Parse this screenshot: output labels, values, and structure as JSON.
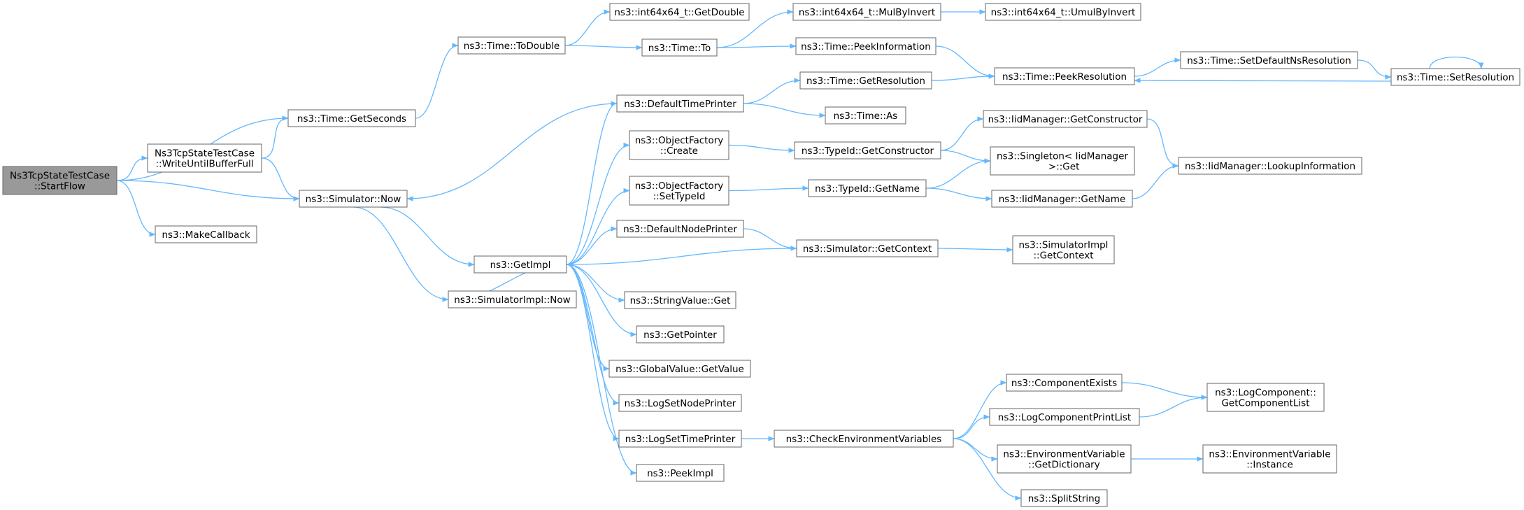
{
  "nodes": [
    {
      "id": "startflow",
      "lines": [
        "Ns3TcpStateTestCase",
        "::StartFlow"
      ],
      "root": true
    },
    {
      "id": "getseconds",
      "lines": [
        "ns3::Time::GetSeconds"
      ]
    },
    {
      "id": "writeuntil",
      "lines": [
        "Ns3TcpStateTestCase",
        "::WriteUntilBufferFull"
      ]
    },
    {
      "id": "simnow",
      "lines": [
        "ns3::Simulator::Now"
      ]
    },
    {
      "id": "makecallback",
      "lines": [
        "ns3::MakeCallback"
      ]
    },
    {
      "id": "todouble",
      "lines": [
        "ns3::Time::ToDouble"
      ]
    },
    {
      "id": "getdouble",
      "lines": [
        "ns3::int64x64_t::GetDouble"
      ]
    },
    {
      "id": "timeto",
      "lines": [
        "ns3::Time::To"
      ]
    },
    {
      "id": "mulbyinvert",
      "lines": [
        "ns3::int64x64_t::MulByInvert"
      ]
    },
    {
      "id": "umulbyinvert",
      "lines": [
        "ns3::int64x64_t::UmulByInvert"
      ]
    },
    {
      "id": "peekinfo",
      "lines": [
        "ns3::Time::PeekInformation"
      ]
    },
    {
      "id": "peekres",
      "lines": [
        "ns3::Time::PeekResolution"
      ]
    },
    {
      "id": "setdefaultns",
      "lines": [
        "ns3::Time::SetDefaultNsResolution"
      ]
    },
    {
      "id": "setres",
      "lines": [
        "ns3::Time::SetResolution"
      ]
    },
    {
      "id": "defaulttimeprinter",
      "lines": [
        "ns3::DefaultTimePrinter"
      ]
    },
    {
      "id": "getresolution",
      "lines": [
        "ns3::Time::GetResolution"
      ]
    },
    {
      "id": "timeas",
      "lines": [
        "ns3::Time::As"
      ]
    },
    {
      "id": "objfactcreate",
      "lines": [
        "ns3::ObjectFactory",
        "::Create"
      ]
    },
    {
      "id": "typeidgetctor",
      "lines": [
        "ns3::TypeId::GetConstructor"
      ]
    },
    {
      "id": "iidgetctor",
      "lines": [
        "ns3::IidManager::GetConstructor"
      ]
    },
    {
      "id": "singletonget",
      "lines": [
        "ns3::Singleton< IidManager",
        " >::Get"
      ]
    },
    {
      "id": "lookupinfo",
      "lines": [
        "ns3::IidManager::LookupInformation"
      ]
    },
    {
      "id": "objfactsettype",
      "lines": [
        "ns3::ObjectFactory",
        "::SetTypeId"
      ]
    },
    {
      "id": "typeidgetname",
      "lines": [
        "ns3::TypeId::GetName"
      ]
    },
    {
      "id": "iidgetname",
      "lines": [
        "ns3::IidManager::GetName"
      ]
    },
    {
      "id": "defaultnodeprinter",
      "lines": [
        "ns3::DefaultNodePrinter"
      ]
    },
    {
      "id": "simgetcontext",
      "lines": [
        "ns3::Simulator::GetContext"
      ]
    },
    {
      "id": "simimplgetcontext",
      "lines": [
        "ns3::SimulatorImpl",
        "::GetContext"
      ]
    },
    {
      "id": "getimpl",
      "lines": [
        "ns3::GetImpl"
      ]
    },
    {
      "id": "simimplnow",
      "lines": [
        "ns3::SimulatorImpl::Now"
      ]
    },
    {
      "id": "stringvalueget",
      "lines": [
        "ns3::StringValue::Get"
      ]
    },
    {
      "id": "getpointer",
      "lines": [
        "ns3::GetPointer"
      ]
    },
    {
      "id": "globalgetvalue",
      "lines": [
        "ns3::GlobalValue::GetValue"
      ]
    },
    {
      "id": "logsetnode",
      "lines": [
        "ns3::LogSetNodePrinter"
      ]
    },
    {
      "id": "logsettime",
      "lines": [
        "ns3::LogSetTimePrinter"
      ]
    },
    {
      "id": "peekimpl",
      "lines": [
        "ns3::PeekImpl"
      ]
    },
    {
      "id": "checkenv",
      "lines": [
        "ns3::CheckEnvironmentVariables"
      ]
    },
    {
      "id": "compexists",
      "lines": [
        "ns3::ComponentExists"
      ]
    },
    {
      "id": "logcompprintlist",
      "lines": [
        "ns3::LogComponentPrintList"
      ]
    },
    {
      "id": "envgetdict",
      "lines": [
        "ns3::EnvironmentVariable",
        "::GetDictionary"
      ]
    },
    {
      "id": "splitstring",
      "lines": [
        "ns3::SplitString"
      ]
    },
    {
      "id": "getcomplist",
      "lines": [
        "ns3::LogComponent::",
        "GetComponentList"
      ]
    },
    {
      "id": "envinstance",
      "lines": [
        "ns3::EnvironmentVariable",
        "::Instance"
      ]
    }
  ],
  "edges": [
    [
      "startflow",
      "getseconds"
    ],
    [
      "startflow",
      "writeuntil"
    ],
    [
      "startflow",
      "simnow"
    ],
    [
      "startflow",
      "makecallback"
    ],
    [
      "writeuntil",
      "getseconds"
    ],
    [
      "writeuntil",
      "simnow"
    ],
    [
      "getseconds",
      "todouble"
    ],
    [
      "todouble",
      "getdouble"
    ],
    [
      "todouble",
      "timeto"
    ],
    [
      "timeto",
      "mulbyinvert"
    ],
    [
      "timeto",
      "peekinfo"
    ],
    [
      "mulbyinvert",
      "umulbyinvert"
    ],
    [
      "peekinfo",
      "peekres"
    ],
    [
      "peekres",
      "setdefaultns"
    ],
    [
      "setdefaultns",
      "setres"
    ],
    [
      "setres",
      "peekres"
    ],
    [
      "setres",
      "setres"
    ],
    [
      "simnow",
      "getimpl"
    ],
    [
      "simnow",
      "simimplnow"
    ],
    [
      "defaulttimeprinter",
      "simnow"
    ],
    [
      "defaulttimeprinter",
      "getresolution"
    ],
    [
      "defaulttimeprinter",
      "timeas"
    ],
    [
      "getresolution",
      "peekres"
    ],
    [
      "objfactcreate",
      "typeidgetctor"
    ],
    [
      "typeidgetctor",
      "iidgetctor"
    ],
    [
      "typeidgetctor",
      "singletonget"
    ],
    [
      "iidgetctor",
      "lookupinfo"
    ],
    [
      "objfactsettype",
      "typeidgetname"
    ],
    [
      "typeidgetname",
      "singletonget"
    ],
    [
      "typeidgetname",
      "iidgetname"
    ],
    [
      "iidgetname",
      "lookupinfo"
    ],
    [
      "defaultnodeprinter",
      "simgetcontext"
    ],
    [
      "simgetcontext",
      "getimpl"
    ],
    [
      "simgetcontext",
      "simimplgetcontext"
    ],
    [
      "getimpl",
      "defaulttimeprinter"
    ],
    [
      "getimpl",
      "objfactcreate"
    ],
    [
      "getimpl",
      "objfactsettype"
    ],
    [
      "getimpl",
      "defaultnodeprinter"
    ],
    [
      "getimpl",
      "simimplnow"
    ],
    [
      "getimpl",
      "stringvalueget"
    ],
    [
      "getimpl",
      "getpointer"
    ],
    [
      "getimpl",
      "globalgetvalue"
    ],
    [
      "getimpl",
      "logsetnode"
    ],
    [
      "getimpl",
      "logsettime"
    ],
    [
      "getimpl",
      "peekimpl"
    ],
    [
      "logsettime",
      "checkenv"
    ],
    [
      "checkenv",
      "compexists"
    ],
    [
      "checkenv",
      "logcompprintlist"
    ],
    [
      "checkenv",
      "envgetdict"
    ],
    [
      "checkenv",
      "splitstring"
    ],
    [
      "compexists",
      "getcomplist"
    ],
    [
      "logcompprintlist",
      "getcomplist"
    ],
    [
      "envgetdict",
      "envinstance"
    ]
  ]
}
